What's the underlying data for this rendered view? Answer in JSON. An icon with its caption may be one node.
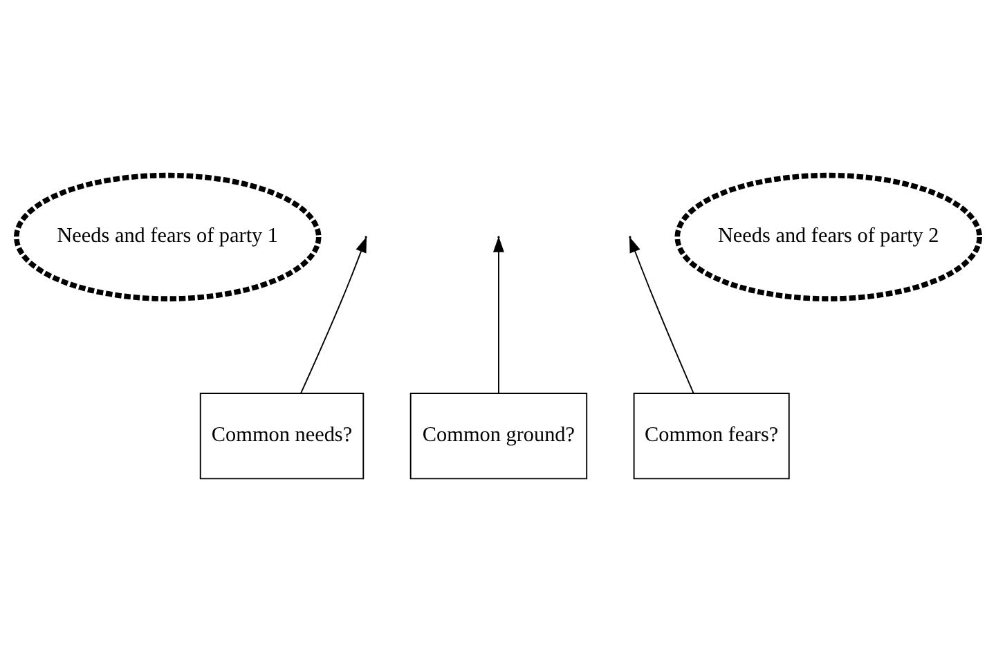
{
  "diagram": {
    "nodes": [
      {
        "text": [
          "Needs and fears of party 1"
        ]
      },
      {
        "text": [
          "Needs and fears of party 2"
        ]
      },
      {
        "text": [
          "Common needs?"
        ]
      },
      {
        "text": [
          "Common ground?"
        ]
      },
      {
        "text": [
          "Common fears?"
        ]
      }
    ],
    "edges": [
      {
        "from": 2,
        "to": null,
        "arrow": "to"
      },
      {
        "from": 3,
        "to": null,
        "arrow": "to"
      },
      {
        "from": 4,
        "to": null,
        "arrow": "to"
      }
    ]
  }
}
